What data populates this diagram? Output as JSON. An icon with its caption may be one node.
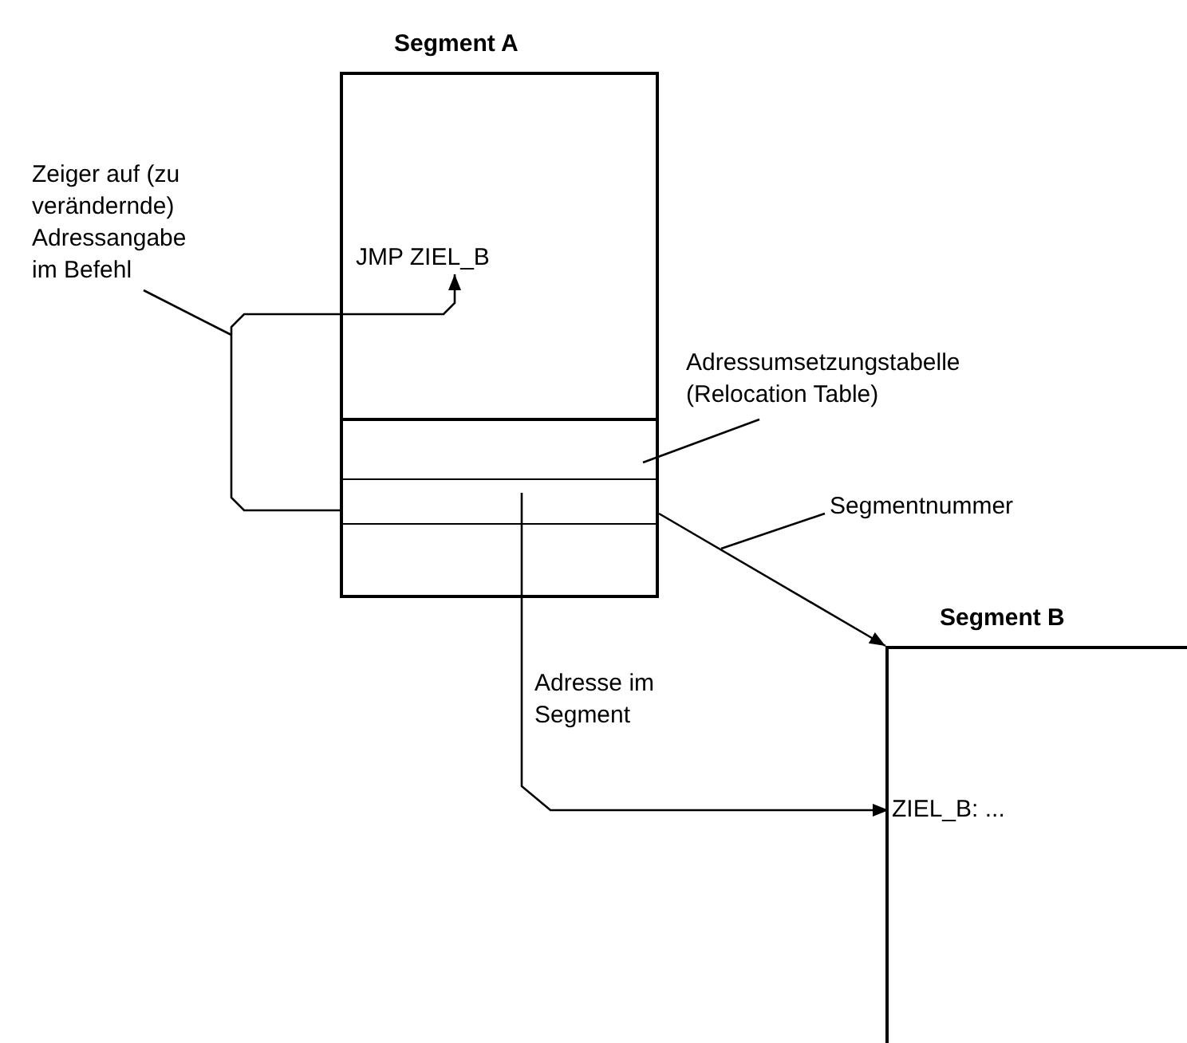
{
  "diagram": {
    "nodes": [
      {
        "text": [
          "Segment A"
        ]
      },
      {
        "text": [
          "JMP ZIEL_B"
        ],
        "in": 0
      },
      {
        "text": [
          "Segment B"
        ]
      },
      {
        "text": [
          "ZIEL_B: ..."
        ],
        "in": 2
      },
      {
        "text": [
          "Zeiger auf (zu verändernde) Adressangabe im Befehl"
        ]
      },
      {
        "text": [
          "Adressumsetzungstabelle (Relocation Table)"
        ]
      },
      {
        "text": [
          "Segmentnummer"
        ]
      }
    ],
    "edges": [
      {
        "from": 0,
        "to": 1,
        "arrow": "to"
      },
      {
        "from": 0,
        "to": 2,
        "arrow": "to"
      },
      {
        "from": 0,
        "to": 3,
        "arrow": "to",
        "label": "Adresse im Segment"
      },
      {
        "from": 4,
        "to": null,
        "arrow": "none"
      },
      {
        "from": 5,
        "to": 0,
        "arrow": "none"
      },
      {
        "from": 6,
        "to": null,
        "arrow": "none"
      }
    ]
  }
}
